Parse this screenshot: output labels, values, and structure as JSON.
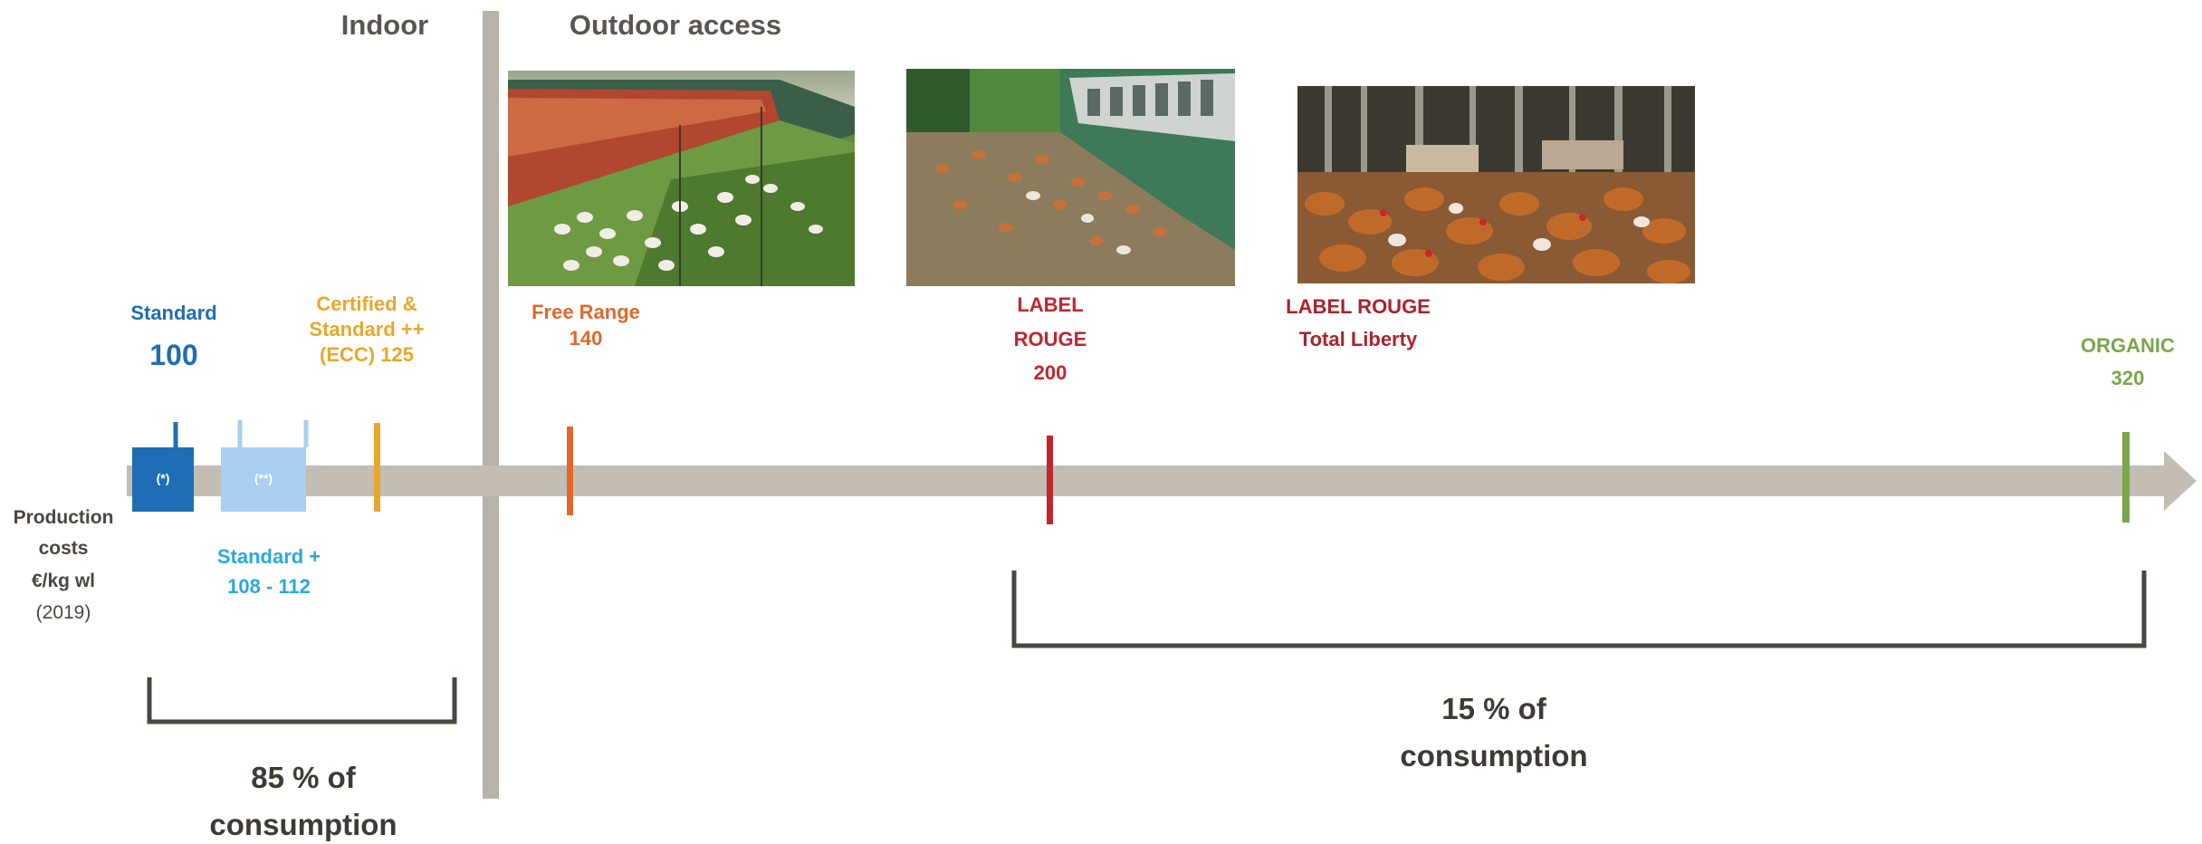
{
  "sections": {
    "indoor": "Indoor",
    "outdoor": "Outdoor access"
  },
  "axis": {
    "label_line1": "Production",
    "label_line2": "costs",
    "label_line3": "€/kg wl",
    "label_year": "(2019)"
  },
  "categories": {
    "standard": {
      "name": "Standard",
      "cost": "100",
      "marker_text": "(*)",
      "color": "#1f6db5"
    },
    "standard_plus": {
      "name": "Standard +",
      "cost": "108 - 112",
      "marker_text": "(**)",
      "color": "#2aa7df"
    },
    "certified": {
      "line1": "Certified &",
      "line2": "Standard ++",
      "line3": "(ECC) 125",
      "color": "#e8a72a"
    },
    "free_range": {
      "name": "Free Range",
      "cost": "140",
      "color": "#e2672a"
    },
    "label_rouge": {
      "line1": "LABEL",
      "line2": "ROUGE",
      "line3": "200",
      "color": "#c0262e"
    },
    "label_rouge_tl": {
      "line1": "LABEL ROUGE",
      "line2": "Total Liberty",
      "color": "#a9232b"
    },
    "organic": {
      "name": "ORGANIC",
      "cost": "320",
      "color": "#78a64b"
    }
  },
  "consumption": {
    "left_line1": "85 % of",
    "left_line2": "consumption",
    "right_line1": "15 % of",
    "right_line2": "consumption"
  },
  "photos": [
    {
      "icon": "poultry-house-grass-photo"
    },
    {
      "icon": "poultry-house-dirt-yard-photo"
    },
    {
      "icon": "hens-in-forest-photo"
    }
  ]
}
